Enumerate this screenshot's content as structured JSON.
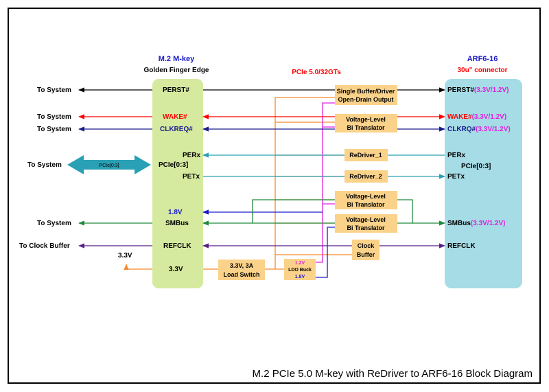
{
  "title": "M.2 PCIe 5.0 M-key with ReDriver to ARF6-16 Block Diagram",
  "center_label": "PCIe 5.0/32GTs",
  "colors": {
    "border": "#000000",
    "m2_block": "#d5ea9f",
    "arf_block": "#a6dce6",
    "ic_block": "#fbd28a",
    "orange": "#f5892a",
    "red": "#ff0000",
    "navy": "#1a1a8c",
    "teal": "#2aa0b5",
    "green": "#1e8a3a",
    "purple": "#5a1f8a",
    "blue": "#1a1acc",
    "magenta": "#e020e0"
  },
  "m2": {
    "title": "M.2 M-key",
    "subtitle": "Golden Finger Edge",
    "pins": {
      "perst": "PERST#",
      "wake": "WAKE#",
      "clkreq": "CLKREQ#",
      "perx": "PERx",
      "pcie": "PCIe[0:3]",
      "petx": "PETx",
      "v18": "1.8V",
      "smbus": "SMBus",
      "refclk": "REFCLK",
      "v33": "3.3V"
    }
  },
  "arf": {
    "title": "ARF6-16",
    "subtitle": "30u\" connector",
    "pins": {
      "perst": "PERST#",
      "perst_v": "(3.3V/1.2V)",
      "wake": "WAKE#",
      "wake_v": "(3.3V/1.2V)",
      "clkreq": "CLKRQ#",
      "clkreq_v": "(3.3V/1.2V)",
      "perx": "PERx",
      "pcie": "PCIe[0:3]",
      "petx": "PETx",
      "smbus": "SMBus",
      "smbus_v": "(3.3V/1.2V)",
      "refclk": "REFCLK"
    }
  },
  "system": {
    "to_system_1": "To System",
    "to_system_2": "To System",
    "to_system_3": "To System",
    "to_system_4": "To System",
    "to_system_5": "To System",
    "to_clock": "To Clock Buffer",
    "pcie_bus": "PCIe[0:3]",
    "out_33": "3.3V"
  },
  "blocks": {
    "buffer_l1": "Single Buffer/Driver",
    "buffer_l2": "Open-Drain Output",
    "vl1_l1": "Voltage-Level",
    "vl1_l2": "Bi Translator",
    "redriver1": "ReDriver_1",
    "redriver2": "ReDriver_2",
    "vl2_l1": "Voltage-Level",
    "vl2_l2": "Bi Translator",
    "vl3_l1": "Voltage-Level",
    "vl3_l2": "Bi Translator",
    "clock_l1": "Clock",
    "clock_l2": "Buffer",
    "switch_l1": "3.3V, 3A",
    "switch_l2": "Load Switch",
    "ldo_in": "1.2V",
    "ldo_name": "LDO Buck",
    "ldo_out": "1.8V"
  }
}
